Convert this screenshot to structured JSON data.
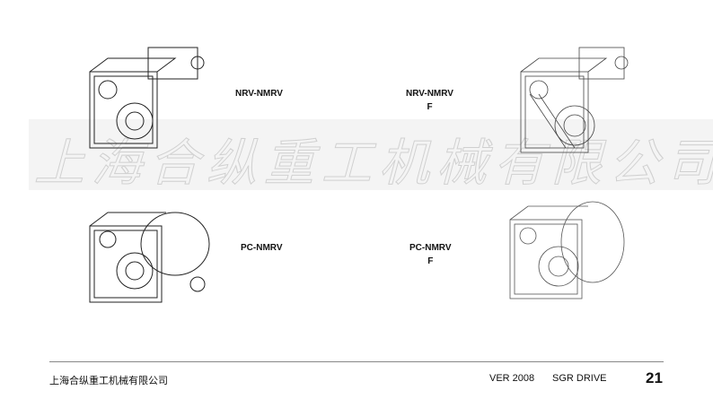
{
  "watermark": "上海合纵重工机械有限公司",
  "products": [
    {
      "name": "NRV-NMRV",
      "suffix": ""
    },
    {
      "name": "NRV-NMRV",
      "suffix": "F"
    },
    {
      "name": "PC-NMRV",
      "suffix": ""
    },
    {
      "name": "PC-NMRV",
      "suffix": "F"
    }
  ],
  "footer": {
    "company": "上海合纵重工机械有限公司",
    "version": "VER 2008",
    "brand": "SGR DRIVE",
    "page": "21"
  }
}
